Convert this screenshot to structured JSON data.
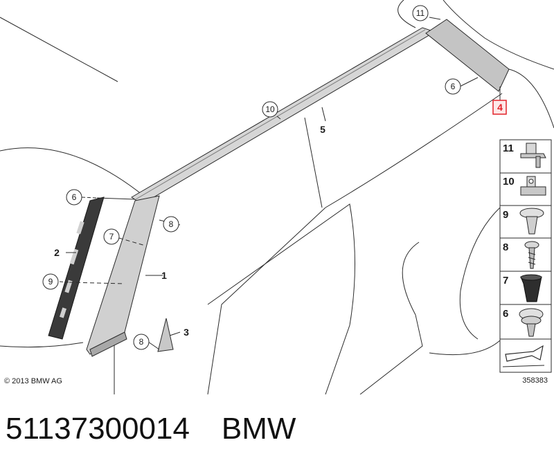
{
  "diagram": {
    "callouts": [
      "11",
      "10",
      "6",
      "6",
      "7",
      "8",
      "9",
      "8"
    ],
    "plain_labels": [
      "5",
      "4",
      "2",
      "1",
      "3"
    ],
    "legend": [
      "11",
      "10",
      "9",
      "8",
      "7",
      "6"
    ],
    "copyright": "© 2013 BMW AG",
    "drawing_number": "358383",
    "highlight_color": "#e2232a"
  },
  "caption": {
    "part_number": "51137300014",
    "brand": "BMW"
  }
}
